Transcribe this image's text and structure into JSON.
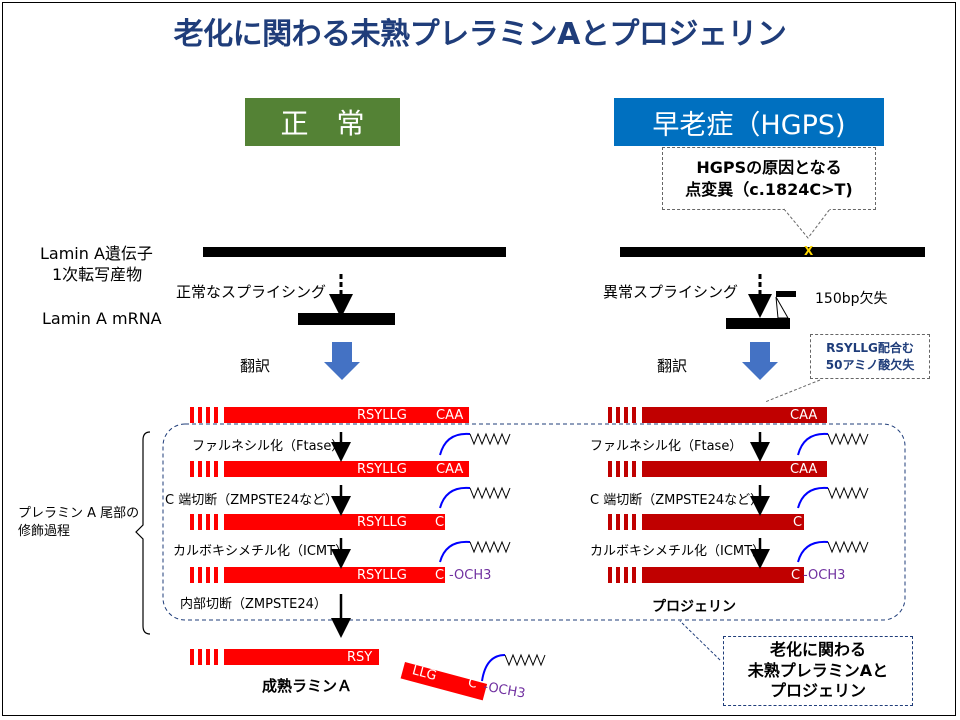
{
  "title": "老化に関わる未熟プレラミンAとプロジェリン",
  "normal": {
    "header": "正　常",
    "header_color": "#548235",
    "splicing": "正常なスプライシング",
    "translation": "翻訳",
    "seq1": "RSYLLG",
    "seq_caa": "CAA",
    "seq_c": "C",
    "och3": "-OCH3",
    "step_ftase": "ファルネシル化（Ftase）",
    "step_cleave": "C 端切断（ZMPSTE24など）",
    "step_icmt": "カルボキシメチル化（ICMT）",
    "step_internal": "内部切断（ZMPSTE24）",
    "mature_seq": "RSY",
    "mature_label": "成熟ラミンＡ",
    "fragment_seq": "LLG",
    "fragment_c": "C",
    "fragment_och3": "-OCH3"
  },
  "hgps": {
    "header": "早老症（HGPS)",
    "header_color": "#0070c0",
    "mutation_callout_line1": "HGPSの原因となる",
    "mutation_callout_line2": "点変異（c.1824C>T)",
    "mutation_mark": "X",
    "splicing": "異常スプライシング",
    "deletion": "150bp欠失",
    "deletion_callout_line1": "RSYLLG配合む",
    "deletion_callout_line2": "50アミノ酸欠失",
    "translation": "翻訳",
    "seq_caa": "CAA",
    "seq_c": "C",
    "och3": "-OCH3",
    "step_ftase": "ファルネシル化（Ftase）",
    "step_cleave": "C 端切断（ZMPSTE24など）",
    "step_icmt": "カルボキシメチル化（ICMT）",
    "progerin_label": "プロジェリン"
  },
  "left_labels": {
    "gene_line1": "Lamin A遺伝子",
    "gene_line2": "1次転写産物",
    "mrna": "Lamin A mRNA",
    "process_line1": "プレラミン A 尾部の",
    "process_line2": "修飾過程"
  },
  "summary_callout": {
    "line1": "老化に関わる",
    "line2": "未熟プレラミンAと",
    "line3": "プロジェリン"
  },
  "colors": {
    "normal_protein": "#ff0000",
    "progerin_protein": "#c00000",
    "farnesyl": "#0000ff",
    "och3_text": "#7030a0",
    "arrow_blue": "#4472c4",
    "title": "#1f3d7a"
  }
}
